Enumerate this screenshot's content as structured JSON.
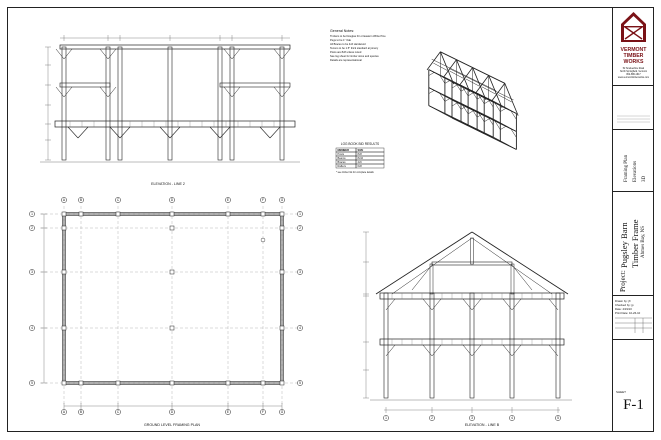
{
  "general_notes": {
    "title": "General Notes:",
    "lines": [
      "Timbers to be Douglas Fir or Eastern White Pine",
      "Pegs to be 1\" Oak",
      "All Braces to be 4x6 Hardwood",
      "Tenons to be 1.5\" thick standard at joinery",
      "Posts are 8x8 unless noted",
      "See log sheet for timber sizes and species",
      "Details are representational"
    ]
  },
  "log_table": {
    "title": "LOG BOOK BID RESULTS",
    "headers": [
      "MEMBER",
      "SIZE"
    ],
    "rows": [
      [
        "Posts",
        "8x8"
      ],
      [
        "Beams",
        "8x10"
      ],
      [
        "Braces",
        "4x6"
      ],
      [
        "Rafters",
        "6x8"
      ]
    ],
    "footnote": "* see timber list for complete details"
  },
  "drawings": {
    "elevation_top": {
      "title": "ELEVATION - LINE 2"
    },
    "plan": {
      "title": "GROUND LEVEL FRAMING PLAN"
    },
    "elevation_side": {
      "title": "ELEVATION - LINE B"
    }
  },
  "plan_grid": {
    "top_labels": [
      "A",
      "B",
      "C",
      "D",
      "E",
      "F",
      "G"
    ],
    "side_labels": [
      "1",
      "2",
      "3",
      "4",
      "5"
    ]
  },
  "title_block": {
    "company": [
      "VERMONT",
      "TIMBER",
      "WORKS"
    ],
    "address_lines": [
      "52 Smokeshire Road",
      "North Springfield, Vermont",
      "802-886-1917",
      "www.vermonttimberworks.com"
    ],
    "sheet_desc": [
      "Framing Plan",
      "Elevations",
      "3D"
    ],
    "project_label": "Project:",
    "project_name": "Pugsley Barn",
    "project_type": "Timber Frame",
    "project_location": "Ahmes Bay, NS",
    "info_lines": [
      "Drawn by: jfl",
      "Checked by: jp",
      "Date: 4/19/10",
      "Print Date: 10-26-10"
    ],
    "sheet_label": "SHEET",
    "sheet_number": "F-1"
  },
  "colors": {
    "line": "#222222",
    "faint": "#888888",
    "paper": "#ffffff"
  }
}
